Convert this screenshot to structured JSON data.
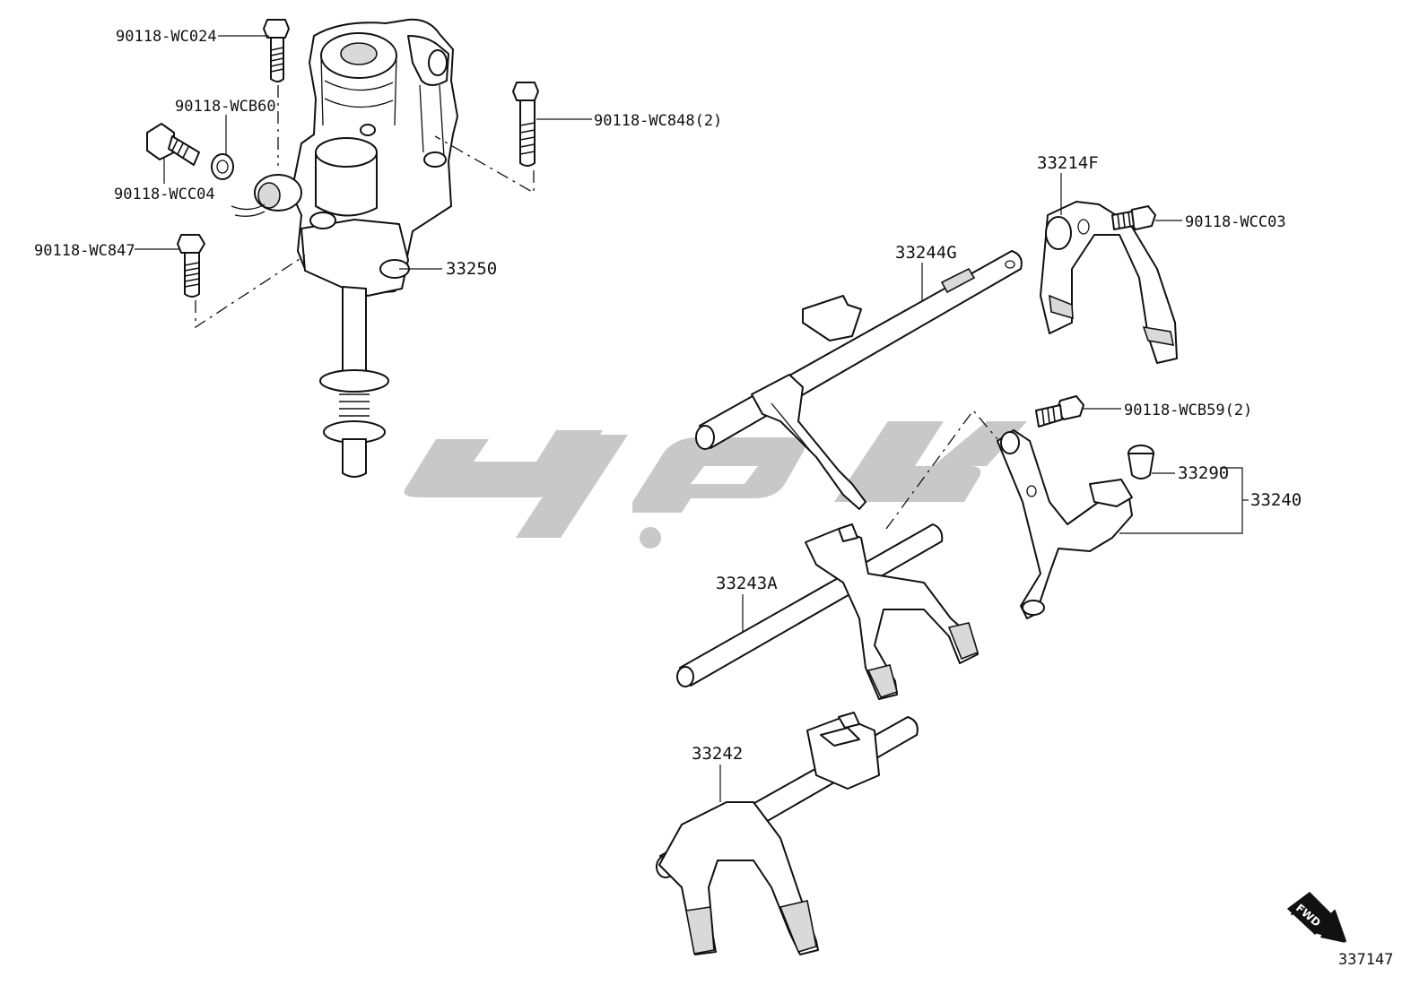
{
  "callouts": {
    "bolt_wc024": "90118-WC024",
    "washer_wcb60": "90118-WCB60",
    "bolt_wc848": "90118-WC848(2)",
    "plug_wcc04": "90118-WCC04",
    "bolt_wc847": "90118-WC847",
    "shift_assembly": "33250",
    "fork_33214f": "33214F",
    "bolt_wcc03": "90118-WCC03",
    "shaft_33244g": "33244G",
    "bolt_wcb59": "90118-WCB59(2)",
    "pin_33290": "33290",
    "lever_33240": "33240",
    "shaft_33243a": "33243A",
    "fork_33242": "33242"
  },
  "direction_marker": {
    "label": "FWD"
  },
  "diagram_id": "337147",
  "colors": {
    "line": "#111111",
    "watermark": "#c8c8c8",
    "background": "#ffffff"
  }
}
